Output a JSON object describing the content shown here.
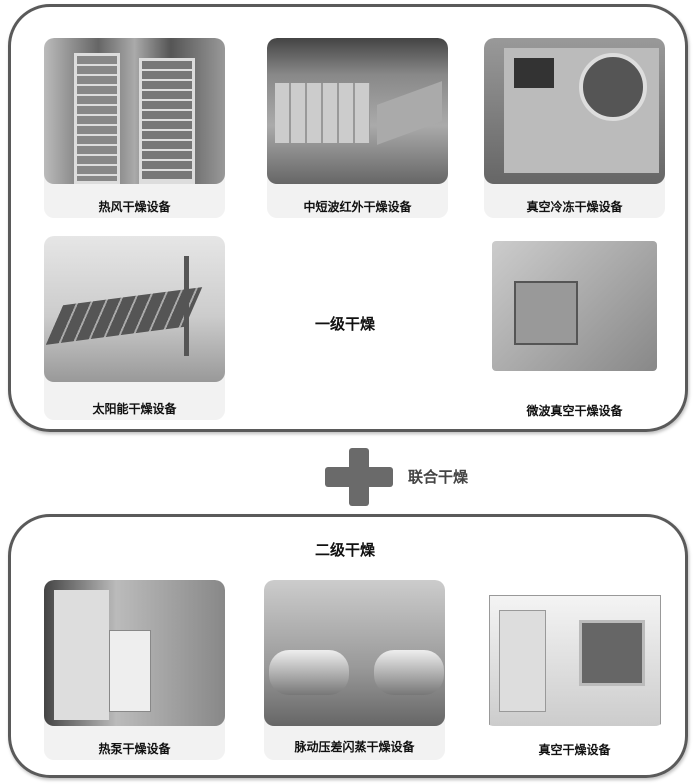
{
  "primary": {
    "title": "一级干燥",
    "items": [
      {
        "label": "热风干燥设备"
      },
      {
        "label": "中短波红外干燥设备"
      },
      {
        "label": "真空冷冻干燥设备"
      },
      {
        "label": "太阳能干燥设备"
      },
      {
        "label": "微波真空干燥设备"
      }
    ]
  },
  "combine": {
    "label": "联合干燥",
    "icon": "plus-icon"
  },
  "secondary": {
    "title": "二级干燥",
    "items": [
      {
        "label": "热泵干燥设备"
      },
      {
        "label": "脉动压差闪蒸干燥设备"
      },
      {
        "label": "真空干燥设备"
      }
    ]
  }
}
